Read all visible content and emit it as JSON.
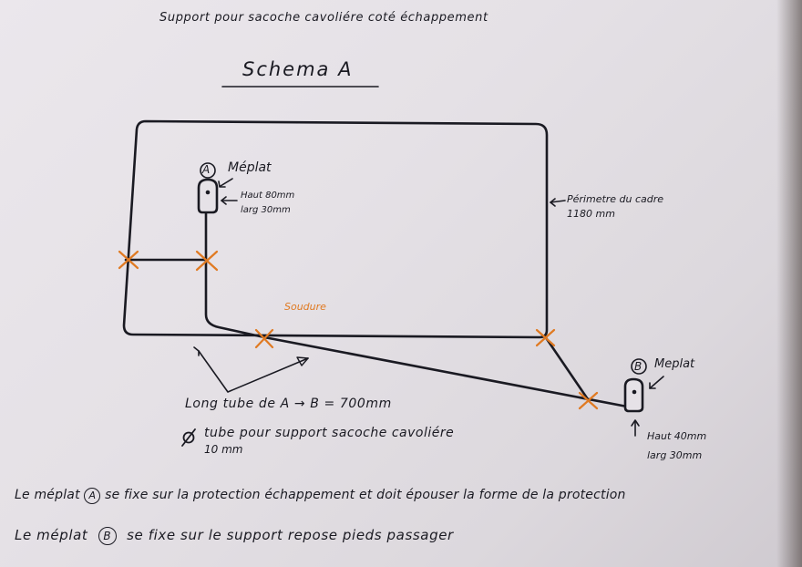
{
  "title": "Support pour sacoche cavoliére coté échappement",
  "schema_title": "Schema A",
  "label_a": {
    "circle": "A",
    "name": "Méplat",
    "haut": "Haut 80mm",
    "larg": "larg 30mm"
  },
  "perimeter": {
    "line1": "Périmetre du cadre",
    "line2": "1180 mm"
  },
  "soudure": "Soudure",
  "label_b": {
    "circle": "B",
    "name": "Meplat",
    "haut": "Haut 40mm",
    "larg": "larg 30mm"
  },
  "tube_length": "Long tube de A → B = 700mm",
  "tube_diameter": {
    "symbol": "Ø",
    "line1": "tube pour support sacoche cavoliére",
    "line2": "10 mm"
  },
  "note_a": {
    "before": "Le méplat",
    "circle": "A",
    "after": "se fixe sur la protection échappement et doit épouser la forme de la protection"
  },
  "note_b": {
    "before": "Le méplat",
    "circle": "B",
    "after": "se fixe sur le support repose pieds passager"
  },
  "colors": {
    "ink": "#1a1a22",
    "weld_mark": "#e07a22",
    "paper": "#e8e4e9"
  }
}
